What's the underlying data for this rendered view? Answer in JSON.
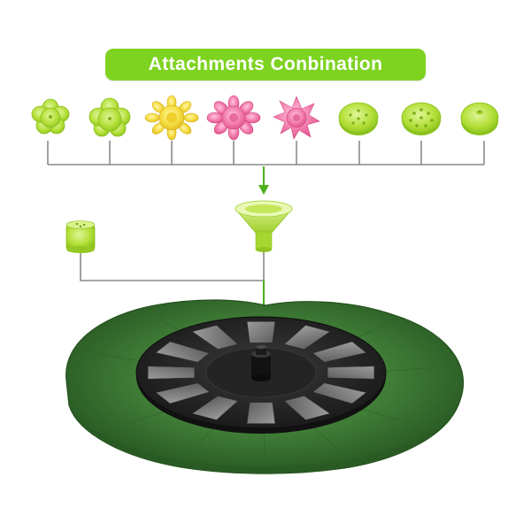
{
  "banner": {
    "title": "Attachments Conbination"
  },
  "colors": {
    "banner_green": "#7ed321",
    "nozzle_green": "#b8e23c",
    "nozzle_yellow": "#f5e04a",
    "nozzle_pink": "#f274a7",
    "leaf_green": "#3f7a36",
    "panel_dark": "#2a2a2a",
    "connector_line": "#8a8a8a",
    "arrow_green": "#4caf1e"
  },
  "attachments": [
    {
      "name": "small-flower-nozzle",
      "color": "green"
    },
    {
      "name": "clover-nozzle",
      "color": "green"
    },
    {
      "name": "sunflower-nozzle",
      "color": "yellow"
    },
    {
      "name": "pink-flower-nozzle",
      "color": "pink"
    },
    {
      "name": "pink-lotus-nozzle",
      "color": "pink"
    },
    {
      "name": "multi-hole-disc-nozzle",
      "color": "green"
    },
    {
      "name": "spray-disc-nozzle",
      "color": "green"
    },
    {
      "name": "dome-nozzle",
      "color": "green"
    }
  ]
}
